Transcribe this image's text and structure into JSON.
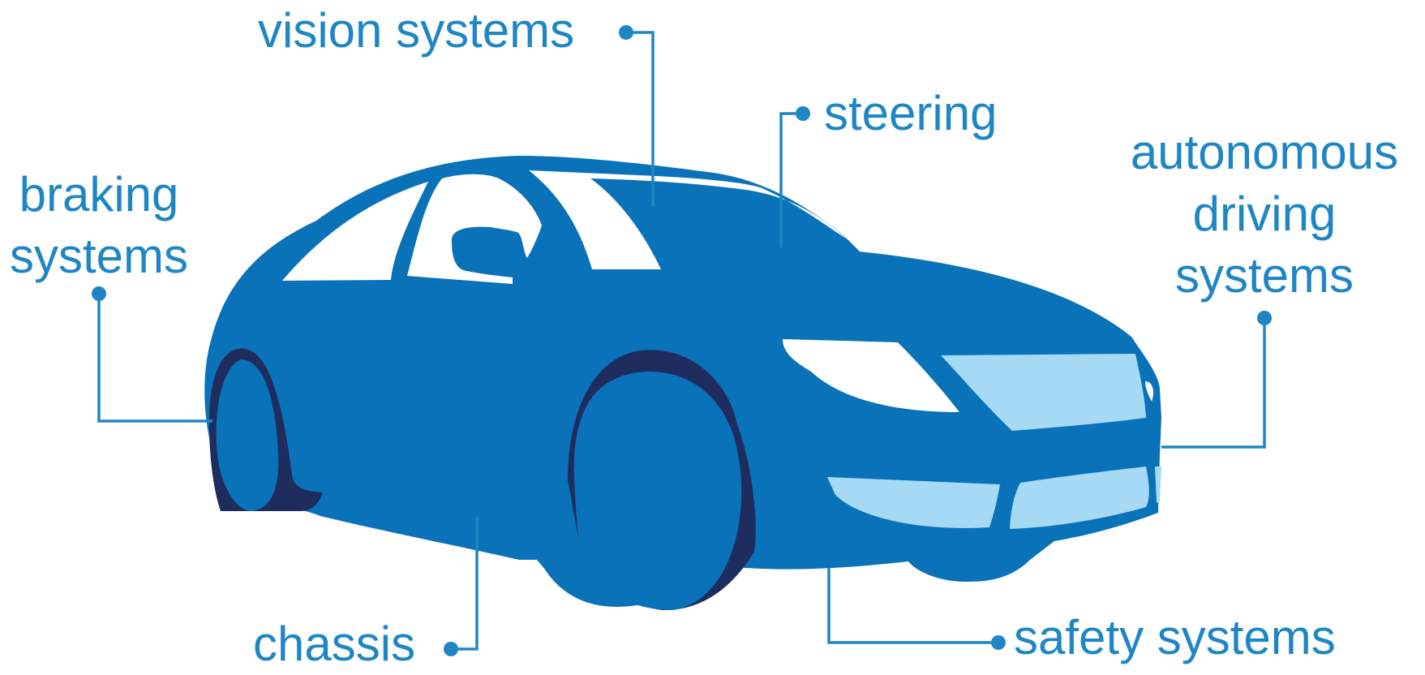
{
  "labels": {
    "vision": "vision systems",
    "steering": "steering",
    "braking": [
      "braking",
      "systems"
    ],
    "autonomous": [
      "autonomous",
      "driving",
      "systems"
    ],
    "chassis": "chassis",
    "safety": "safety systems"
  },
  "colors": {
    "label_text": "#1f86c6",
    "leader_line": "#1f86c6",
    "body": "#0a72b8",
    "shadow": "#1e2d5e",
    "glass": "#ffffff",
    "lights": "#a6d9f4"
  }
}
